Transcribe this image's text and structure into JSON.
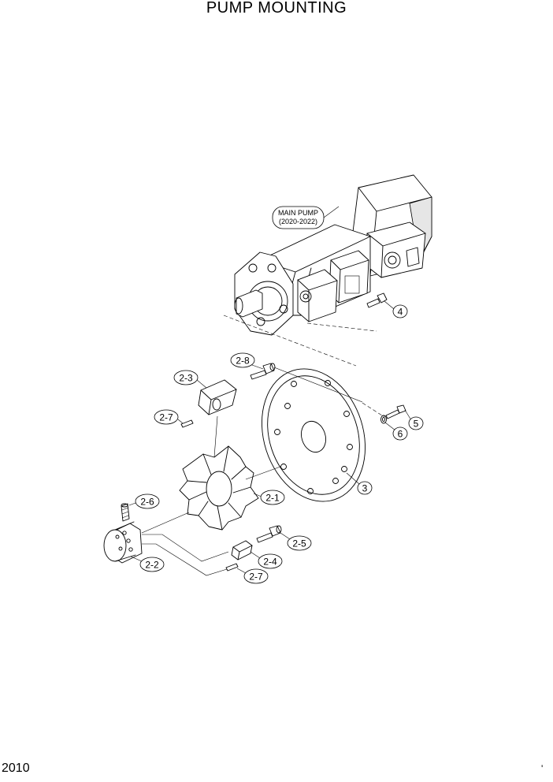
{
  "title": "PUMP MOUNTING",
  "page_number": "2010",
  "corner_mark": "'",
  "main_pump_box": {
    "line1": "MAIN PUMP",
    "line2": "(2020-2022)"
  },
  "callouts": {
    "c4": "4",
    "c5": "5",
    "c6": "6",
    "c3": "3",
    "c2_8": "2-8",
    "c2_3": "2-3",
    "c2_7a": "2-7",
    "c2_1": "2-1",
    "c2_6": "2-6",
    "c2_5": "2-5",
    "c2_4": "2-4",
    "c2_2": "2-2",
    "c2_7b": "2-7"
  }
}
